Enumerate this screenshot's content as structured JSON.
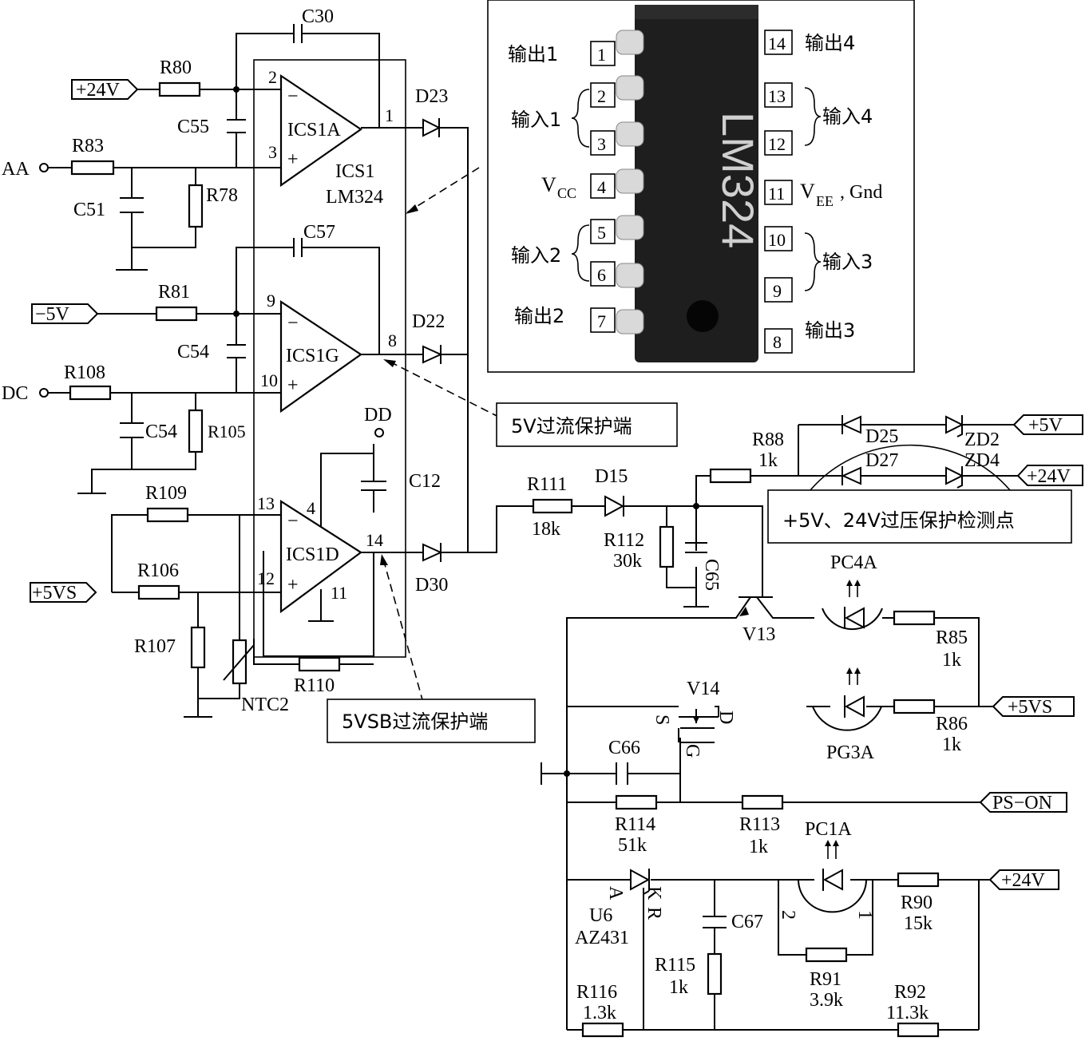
{
  "labels": {
    "C30": "C30",
    "R80": "R80",
    "R83": "R83",
    "C55": "C55",
    "C51": "C51",
    "R78": "R78",
    "C57": "C57",
    "R81": "R81",
    "C54a": "C54",
    "R108": "R108",
    "C54b": "C54",
    "R105": "R105",
    "R109": "R109",
    "R106": "R106",
    "R107": "R107",
    "R110": "R110",
    "NTC2": "NTC2",
    "D23": "D23",
    "D22": "D22",
    "D30": "D30",
    "C12": "C12",
    "DD": "DD",
    "ICS1A": "ICS1A",
    "ICS1G": "ICS1G",
    "ICS1D": "ICS1D",
    "ICS1": "ICS1",
    "LM324": "LM324",
    "R111": "R111",
    "R111v": "18k",
    "D15": "D15",
    "R112": "R112",
    "R112v": "30k",
    "C65": "C65",
    "R88": "R88",
    "R88v": "1k",
    "D25": "D25",
    "D27": "D27",
    "ZD2": "ZD2",
    "ZD4": "ZD4",
    "PC4A": "PC4A",
    "V13": "V13",
    "R85": "R85",
    "R85v": "1k",
    "PG3A": "PG3A",
    "R86": "R86",
    "R86v": "1k",
    "V14": "V14",
    "S": "S",
    "D": "D",
    "G": "G",
    "C66": "C66",
    "R114": "R114",
    "R114v": "51k",
    "R113": "R113",
    "R113v": "1k",
    "PC1A": "PC1A",
    "U6": "U6",
    "AZ431": "AZ431",
    "A": "A",
    "K": "K",
    "R": "R",
    "C67": "C67",
    "R90": "R90",
    "R90v": "15k",
    "R91": "R91",
    "R91v": "3.9k",
    "R115": "R115",
    "R115v": "1k",
    "R116": "R116",
    "R116v": "1.3k",
    "R92": "R92",
    "R92v": "11.3k",
    "pc1_2": "2",
    "pc1_1": "1"
  },
  "nets": {
    "p24v_top": "+24V",
    "AA": "AA",
    "m5v": "−5V",
    "DC": "DC",
    "p5vs_left": "+5VS",
    "p5v": "+5V",
    "p24v_right": "+24V",
    "p5vs_right": "+5VS",
    "ps_on": "PS−ON",
    "p24v_bottom": "+24V"
  },
  "pins": {
    "p1": "1",
    "p2": "2",
    "p3": "3",
    "p4": "4",
    "p8": "8",
    "p9": "9",
    "p10": "10",
    "p11": "11",
    "p12": "12",
    "p13": "13",
    "p14": "14"
  },
  "callouts": {
    "oc5v": "5V过流保护端",
    "oc5vsb": "5VSB过流保护端",
    "ov": "+5V、24V过压保护检测点"
  },
  "chip": {
    "name": "LM324",
    "left_pins": [
      "1",
      "2",
      "3",
      "4",
      "5",
      "6",
      "7"
    ],
    "right_pins": [
      "14",
      "13",
      "12",
      "11",
      "10",
      "9",
      "8"
    ],
    "out1": "输出1",
    "in1": "输入1",
    "vcc_main": "V",
    "vcc_sub": "CC",
    "in2": "输入2",
    "out2": "输出2",
    "out4": "输出4",
    "in4": "输入4",
    "vee_main": "V",
    "vee_sub": "EE",
    "gnd": ", Gnd",
    "in3": "输入3",
    "out3": "输出3"
  }
}
